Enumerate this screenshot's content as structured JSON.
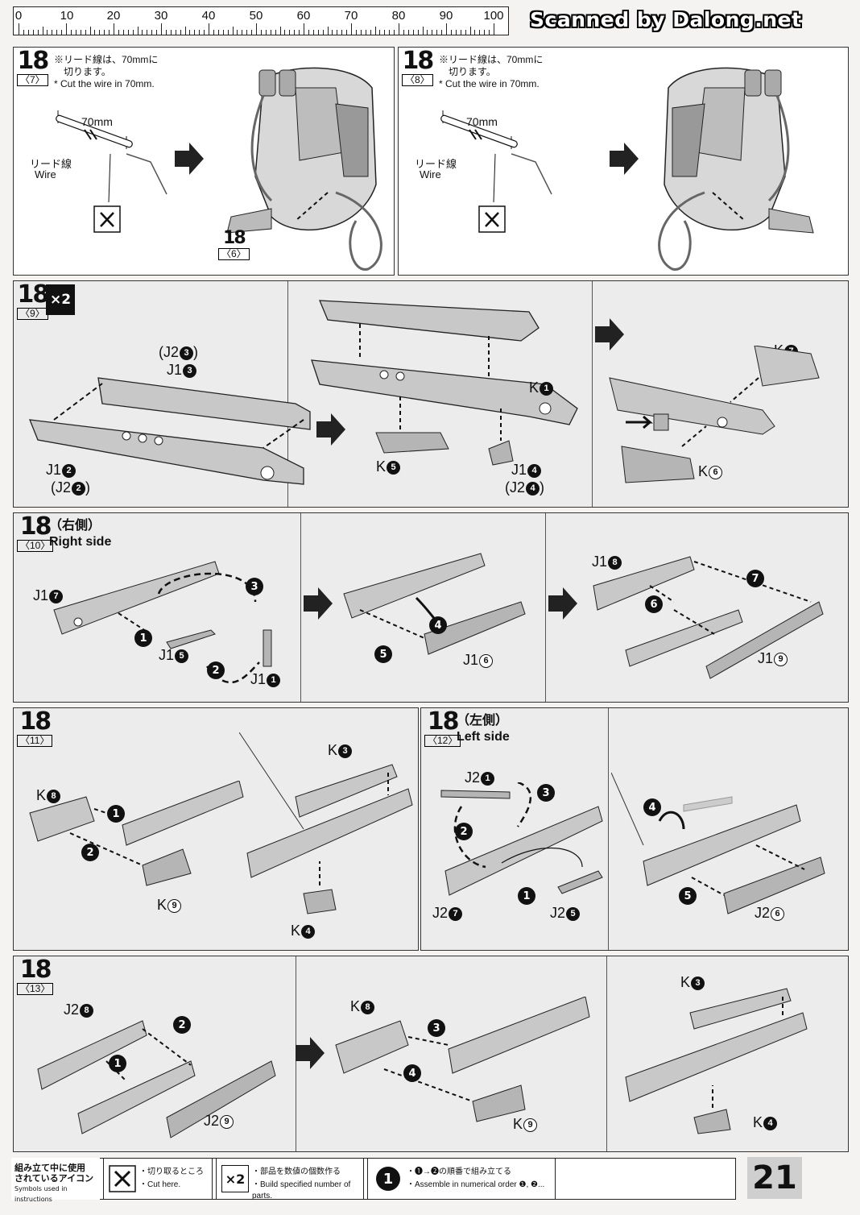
{
  "ruler": {
    "labels": [
      "0",
      "10",
      "20",
      "30",
      "40",
      "50",
      "60",
      "70",
      "80",
      "90",
      "100"
    ]
  },
  "watermark": "Scanned by Dalong.net",
  "steps": {
    "s7": {
      "num": "18",
      "sub": "〈7〉",
      "note_jp1": "※リード線は、70mmに",
      "note_jp2": "切ります。",
      "note_en": "* Cut the wire in 70mm.",
      "measure": "70mm",
      "wire_jp": "リード線",
      "wire_en": "Wire",
      "ref_num": "18",
      "ref_sub": "〈6〉"
    },
    "s8": {
      "num": "18",
      "sub": "〈8〉",
      "note_jp1": "※リード線は、70mmに",
      "note_jp2": "切ります。",
      "note_en": "* Cut the wire in 70mm.",
      "measure": "70mm",
      "wire_jp": "リード線",
      "wire_en": "Wire"
    },
    "s9": {
      "num": "18",
      "sub": "〈9〉",
      "mult": "×2",
      "l_j23": "(J2",
      "l_j13": "J1",
      "l_j12": "J1",
      "l_j22": "(J2",
      "l_k1": "K",
      "l_k5": "K",
      "l_j14": "J1",
      "l_j24": "(J2",
      "l_k7": "K",
      "l_k6": "K"
    },
    "s10": {
      "num": "18",
      "sub": "〈10〉",
      "jp": "（右側）",
      "en": "Right side",
      "l_j17": "J1",
      "l_j15": "J1",
      "l_j11": "J1",
      "l_j16": "J1",
      "l_j18": "J1",
      "l_j19": "J1"
    },
    "s11": {
      "num": "18",
      "sub": "〈11〉",
      "l_k8": "K",
      "l_k9": "K",
      "l_k3": "K",
      "l_k4": "K"
    },
    "s12": {
      "num": "18",
      "sub": "〈12〉",
      "jp": "（左側）",
      "en": "Left side",
      "l_j21": "J2",
      "l_j27": "J2",
      "l_j25": "J2",
      "l_j26": "J2"
    },
    "s13": {
      "num": "18",
      "sub": "〈13〉",
      "l_j28": "J2",
      "l_j29": "J2",
      "l_k8": "K",
      "l_k9": "K",
      "l_k3": "K",
      "l_k4": "K"
    }
  },
  "footer": {
    "head_jp1": "組み立て中に使用",
    "head_jp2": "されているアイコン",
    "head_en": "Symbols used in instructions",
    "cut_jp": "・切り取るところ",
    "cut_en": "・Cut here.",
    "mult": "×2",
    "mult_jp": "・部品を数値の個数作る",
    "mult_en": "・Build specified number of parts.",
    "order_jp": "・❶→❷の順番で組み立てる",
    "order_en": "・Assemble in numerical order ❶, ❷...",
    "one": "1"
  },
  "page_number": "21"
}
